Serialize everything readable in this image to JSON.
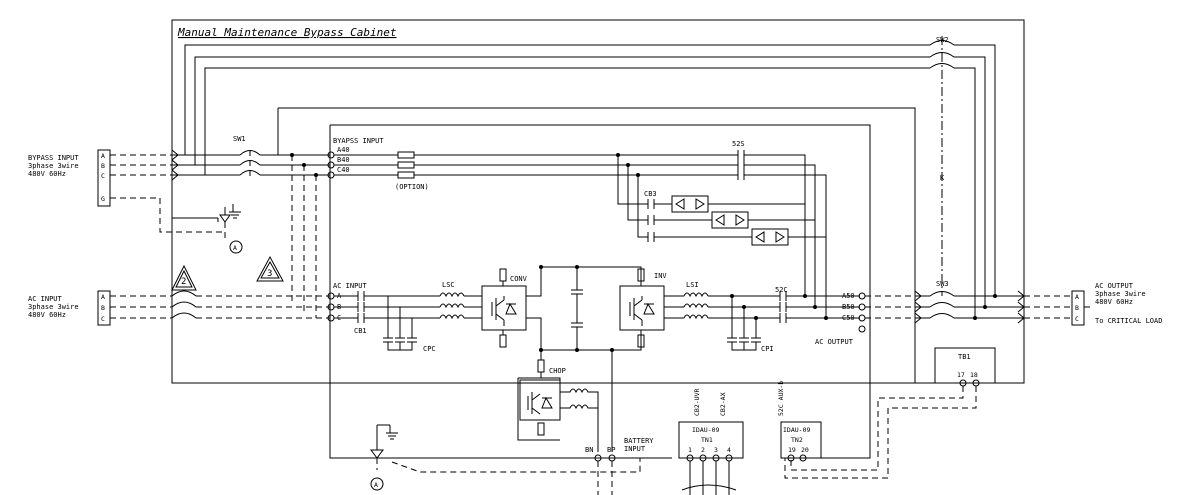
{
  "title": "Manual Maintenance Bypass Cabinet",
  "bypass_input": {
    "label": [
      "BYPASS INPUT",
      "3phase 3wire",
      "480V 60Hz"
    ],
    "phases": [
      "A",
      "B",
      "C",
      "G"
    ]
  },
  "ac_input": {
    "label": [
      "AC INPUT",
      "3phase 3wire",
      "480V 60Hz"
    ],
    "phases": [
      "A",
      "B",
      "C"
    ]
  },
  "ac_output": {
    "label": [
      "AC OUTPUT",
      "3phase 3wire",
      "480V 60Hz"
    ],
    "phases": [
      "A",
      "B",
      "C"
    ],
    "to_load": "To CRITICAL LOAD"
  },
  "components": {
    "sw1": "SW1",
    "sw2": "SW2",
    "sw3": "SW3",
    "tb1": "TB1",
    "byapss_input": "BYAPSS INPUT",
    "a40": "A40",
    "b40": "B40",
    "c40": "C40",
    "option": "(OPTION)",
    "s52s": "52S",
    "cb3": "CB3",
    "ac_input_inner": "AC INPUT",
    "a": "A",
    "b": "B",
    "c": "C",
    "cb1": "CB1",
    "lsc": "LSC",
    "cpc": "CPC",
    "conv": "CONV",
    "inv": "INV",
    "lsi": "LSI",
    "cpi": "CPI",
    "s52c": "52C",
    "a50": "A50",
    "b50": "B50",
    "c50": "C50",
    "ac_output_inner": "AC OUTPUT",
    "chop": "CHOP",
    "bn": "BN",
    "bp": "BP",
    "battery_input": [
      "BATTERY",
      "INPUT"
    ],
    "cb2_uvr": "CB2-UVR",
    "cb2_ax": "CB2-AX",
    "s52c_aux_b": "52C AUX-b",
    "idau_1": "IDAU-09",
    "idau_2": "IDAU-09",
    "tn1": "TN1",
    "tn2": "TN2",
    "tn1_terms": [
      "1",
      "2",
      "3",
      "4"
    ],
    "tn2_terms": [
      "19",
      "20"
    ],
    "tb1_terms": [
      "17",
      "18"
    ],
    "k": "K",
    "note2": "2",
    "note3": "3",
    "ground_ref": "A"
  }
}
